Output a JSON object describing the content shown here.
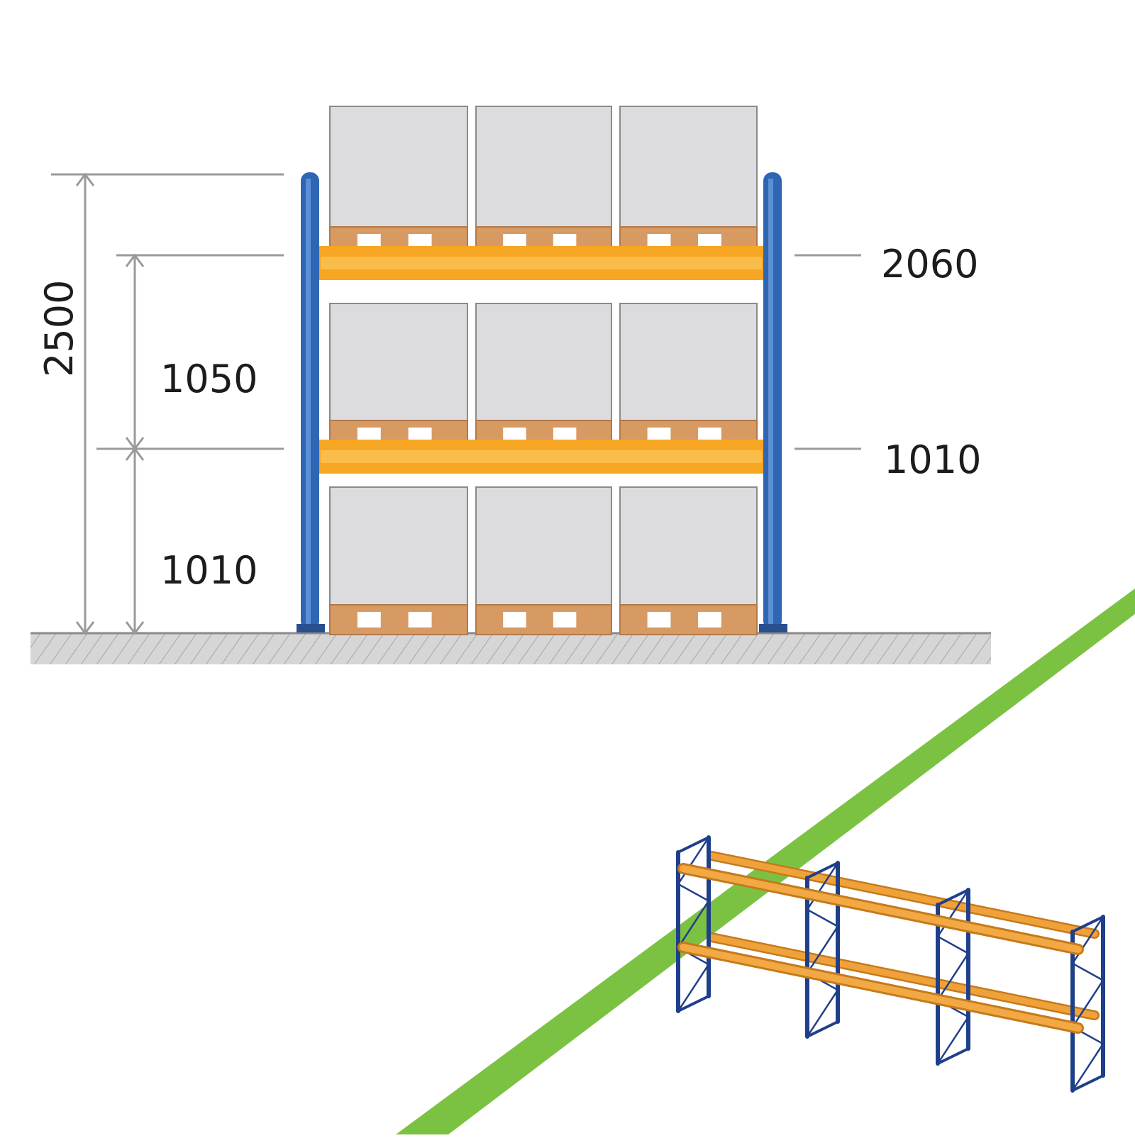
{
  "diagram": {
    "dimensions": {
      "overall_height": "2500",
      "gap_upper": "1050",
      "gap_lower": "1010",
      "beam_level_top": "2060",
      "beam_level_bottom": "1010"
    },
    "levels": 3,
    "pallets_per_level": 3,
    "colors": {
      "upright": "#2f66b3",
      "beam": "#f7a623",
      "pallet_wood": "#d89a63",
      "load": "#dcdcde",
      "floor": "#d6d6d6",
      "accent_stripe": "#7cc242",
      "frame_3d": "#1f3f8a",
      "beam_3d": "#f0a23a"
    }
  }
}
